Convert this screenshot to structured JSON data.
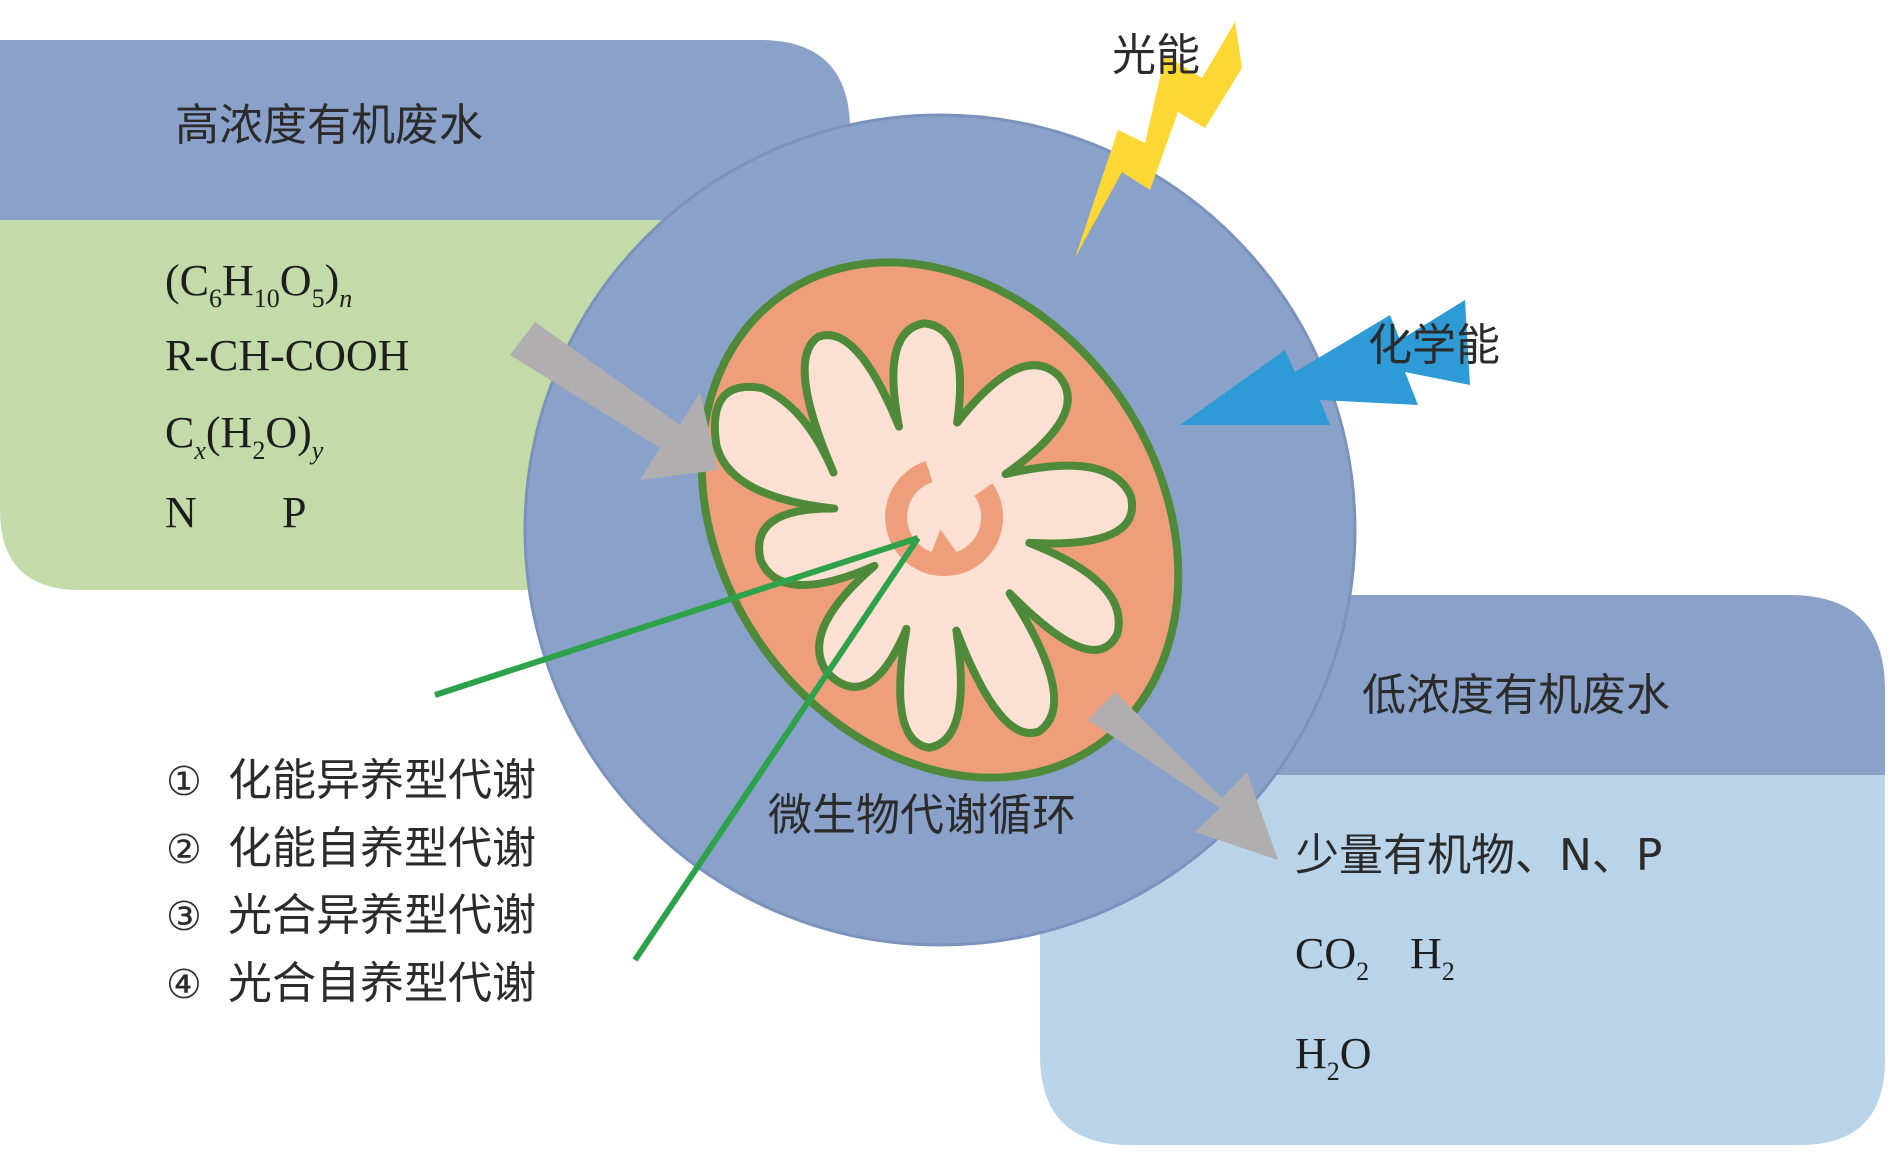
{
  "high_conc": {
    "title": "高浓度有机废水",
    "formula1": {
      "main": "(C",
      "s1": "6",
      "m2": "H",
      "s2": "10",
      "m3": "O",
      "s3": "5",
      "m4": ")",
      "s4": "n"
    },
    "formula2": "R-CH-COOH",
    "formula3": {
      "main": "C",
      "s1": "x",
      "m2": "(H",
      "s2": "2",
      "m3": "O)",
      "s3": "y"
    },
    "nutrient_n": "N",
    "nutrient_p": "P"
  },
  "low_conc": {
    "title": "低浓度有机废水",
    "line1": "少量有机物、N、P",
    "co2": {
      "main": "CO",
      "sub": "2"
    },
    "h2": {
      "main": "H",
      "sub": "2"
    },
    "h2o": {
      "a": "H",
      "sub": "2",
      "b": "O"
    }
  },
  "energy": {
    "light": "光能",
    "chemical": "化学能"
  },
  "cycle_label": "微生物代谢循环",
  "metabolism_types": [
    {
      "num": "①",
      "label": "化能异养型代谢"
    },
    {
      "num": "②",
      "label": "化能自养型代谢"
    },
    {
      "num": "③",
      "label": "光合异养型代谢"
    },
    {
      "num": "④",
      "label": "光合自养型代谢"
    }
  ],
  "colors": {
    "panel_header": "#8aa2ca",
    "high_body": "#c2dba8",
    "low_body": "#b9d3e8",
    "circle": "#8aa2ca",
    "mito_outer": "#ef9e7b",
    "mito_inner": "#fbe0d3",
    "membrane": "#4e8a3a",
    "arrow_grey": "#b0aeae",
    "light_bolt": "#fdd835",
    "chem_bolt": "#2e9bd6",
    "pointer_line": "#2ea24a"
  }
}
